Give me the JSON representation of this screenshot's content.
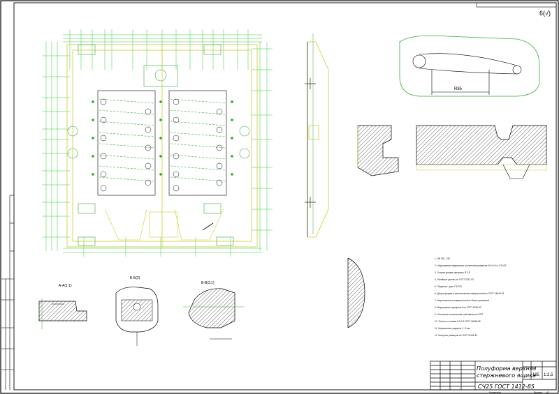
{
  "corner_mark": "6(√)",
  "dimension_r": "R85",
  "sections": {
    "a": "А-А(1:1)",
    "b": "Б-Б(2)",
    "c": "В-В(2:1)"
  },
  "title_block": {
    "title_line1": "Полуформа верхняя",
    "title_line2": "стержневого ящика",
    "material": "СЧ25 ГОСТ 1412-85",
    "mass": "185",
    "scale": "1:2,5",
    "format_label": "Формат",
    "format_value": "А1",
    "copied_label": "Копировал"
  },
  "tech_notes": [
    "1. HB 200...220",
    "2. Неуказанные предельные отклонения размеров: H14, h14, ±IT14/2",
    "3. Острые кромки притупить R 0,5",
    "4. Литейные уклоны по ГОСТ 3212-92",
    "5. Покрытие: грунт ГФ-021",
    "6. Допуск формы и расположения поверхностей по ГОСТ 24643-81",
    "7. Шероховатость поверхностей не более указанной",
    "8. Маркировать шрифтом 5 по ГОСТ 2930-62",
    "9. Остальные технические требования по СТП",
    "10. Точность отливки 9-0-0-9 ГОСТ 26645-85",
    "11. Неуказанные радиусы 2...3 мм",
    "12. Контроль размеров по ГОСТ 8.051-81"
  ]
}
